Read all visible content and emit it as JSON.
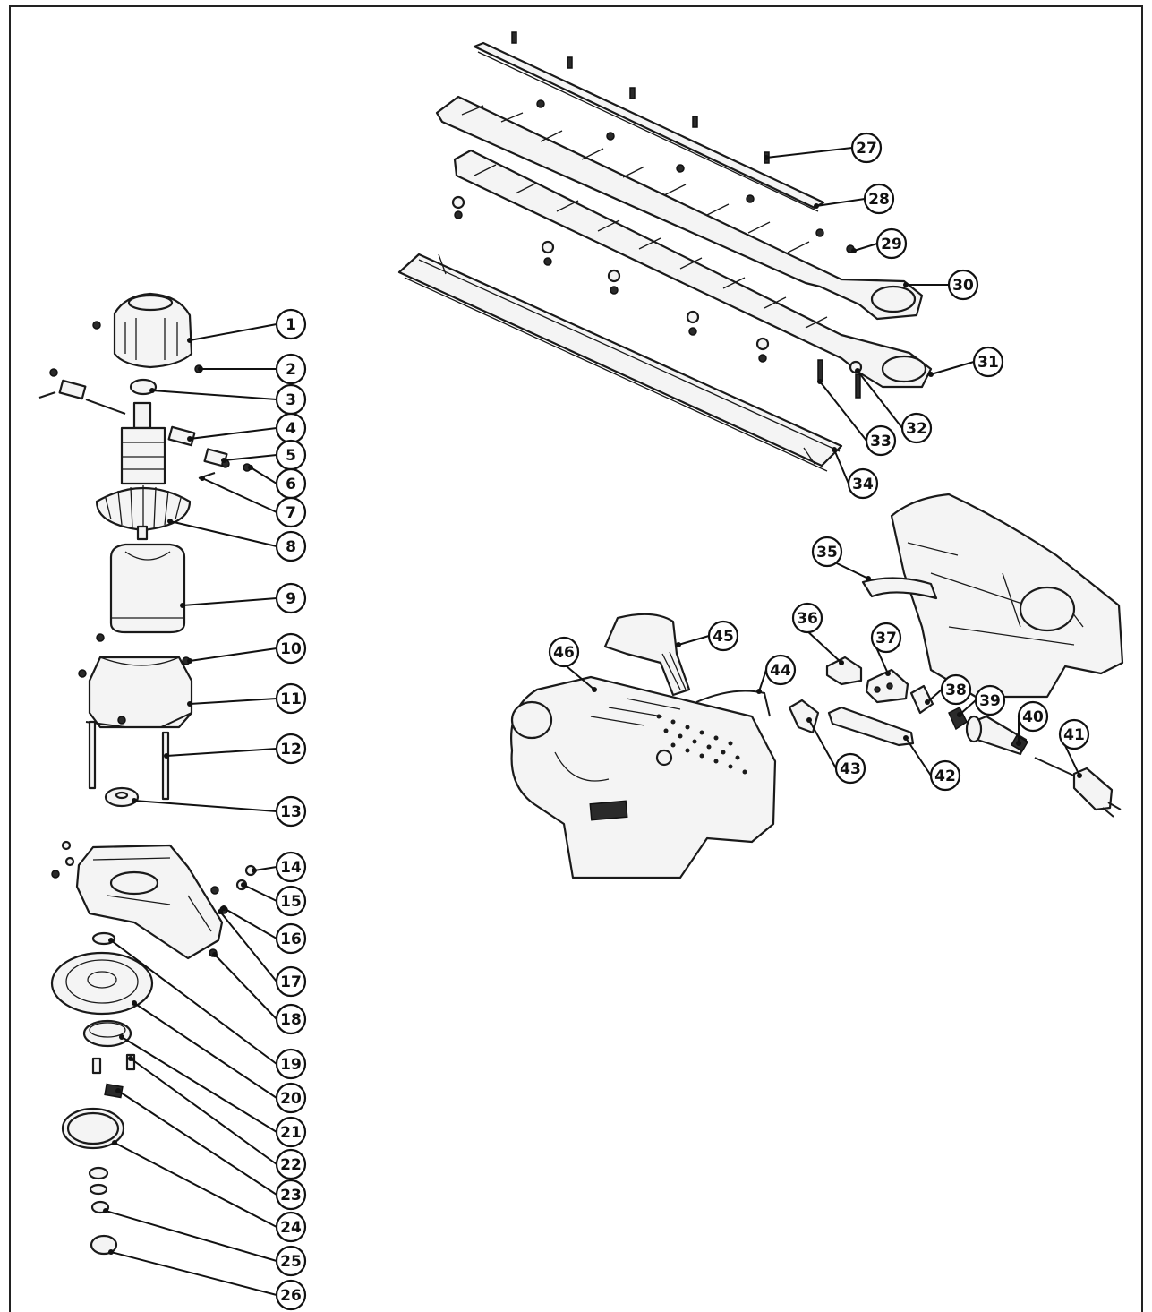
{
  "diagram": {
    "colors": {
      "ink": "#1a1a1a",
      "paper": "#ffffff",
      "fill": "#f4f4f4"
    },
    "callouts": [
      {
        "label": "1"
      },
      {
        "label": "2"
      },
      {
        "label": "3"
      },
      {
        "label": "4"
      },
      {
        "label": "5"
      },
      {
        "label": "6"
      },
      {
        "label": "7"
      },
      {
        "label": "8"
      },
      {
        "label": "9"
      },
      {
        "label": "10"
      },
      {
        "label": "11"
      },
      {
        "label": "12"
      },
      {
        "label": "13"
      },
      {
        "label": "14"
      },
      {
        "label": "15"
      },
      {
        "label": "16"
      },
      {
        "label": "17"
      },
      {
        "label": "18"
      },
      {
        "label": "19"
      },
      {
        "label": "20"
      },
      {
        "label": "21"
      },
      {
        "label": "22"
      },
      {
        "label": "23"
      },
      {
        "label": "24"
      },
      {
        "label": "25"
      },
      {
        "label": "26"
      },
      {
        "label": "27"
      },
      {
        "label": "28"
      },
      {
        "label": "29"
      },
      {
        "label": "30"
      },
      {
        "label": "31"
      },
      {
        "label": "32"
      },
      {
        "label": "33"
      },
      {
        "label": "34"
      },
      {
        "label": "35"
      },
      {
        "label": "36"
      },
      {
        "label": "37"
      },
      {
        "label": "38"
      },
      {
        "label": "39"
      },
      {
        "label": "40"
      },
      {
        "label": "41"
      },
      {
        "label": "42"
      },
      {
        "label": "43"
      },
      {
        "label": "44"
      },
      {
        "label": "45"
      },
      {
        "label": "46"
      }
    ]
  }
}
